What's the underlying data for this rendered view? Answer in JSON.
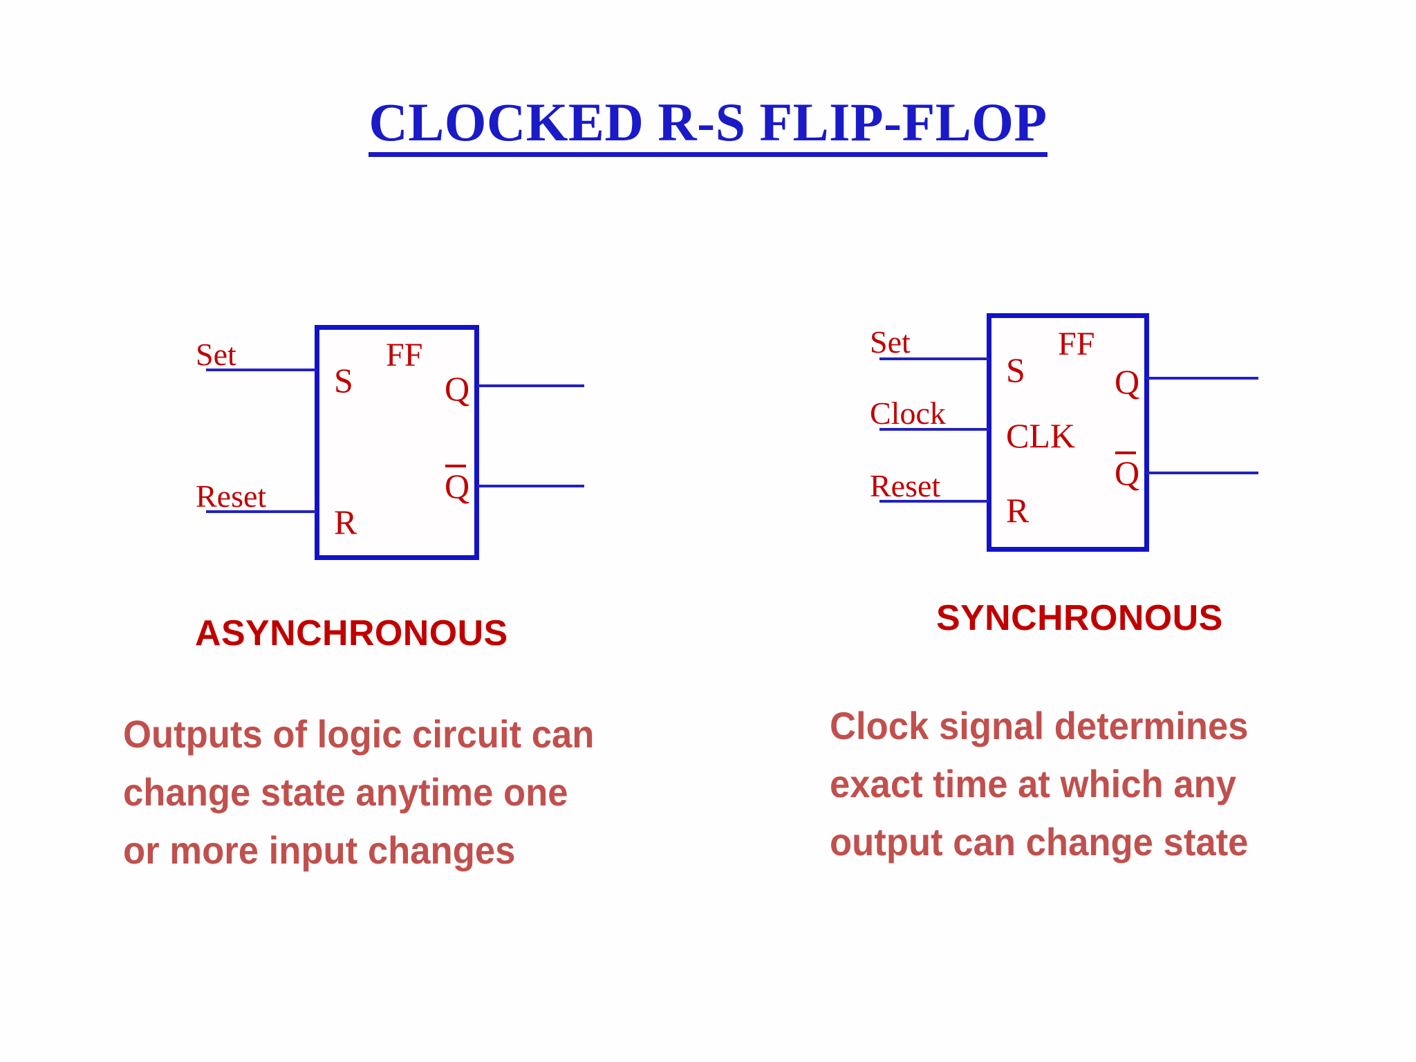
{
  "slide": {
    "title": "CLOCKED R-S FLIP-FLOP",
    "background_color": "#ffffff",
    "title_color": "#1a1ac8",
    "accent_red": "#c00000",
    "body_red": "#c0504d",
    "wire_blue": "#2222c0",
    "box_blue": "#1313c6"
  },
  "left_diagram": {
    "name": "asynchronous-flip-flop-diagram",
    "block_label": "FF",
    "inputs": [
      {
        "external": "Set",
        "pin": "S"
      },
      {
        "external": "Reset",
        "pin": "R"
      }
    ],
    "outputs": [
      {
        "pin": "Q",
        "overbar": false
      },
      {
        "pin": "Q",
        "overbar": true
      }
    ],
    "caption": "ASYNCHRONOUS",
    "description_lines": [
      "Outputs of logic circuit can",
      "change state anytime one",
      "or more input changes"
    ]
  },
  "right_diagram": {
    "name": "synchronous-flip-flop-diagram",
    "block_label": "FF",
    "inputs": [
      {
        "external": "Set",
        "pin": "S"
      },
      {
        "external": "Clock",
        "pin": "CLK"
      },
      {
        "external": "Reset",
        "pin": "R"
      }
    ],
    "outputs": [
      {
        "pin": "Q",
        "overbar": false
      },
      {
        "pin": "Q",
        "overbar": true
      }
    ],
    "caption": "SYNCHRONOUS",
    "description_lines": [
      "Clock signal determines",
      "exact time at which any",
      "output can change state"
    ]
  }
}
